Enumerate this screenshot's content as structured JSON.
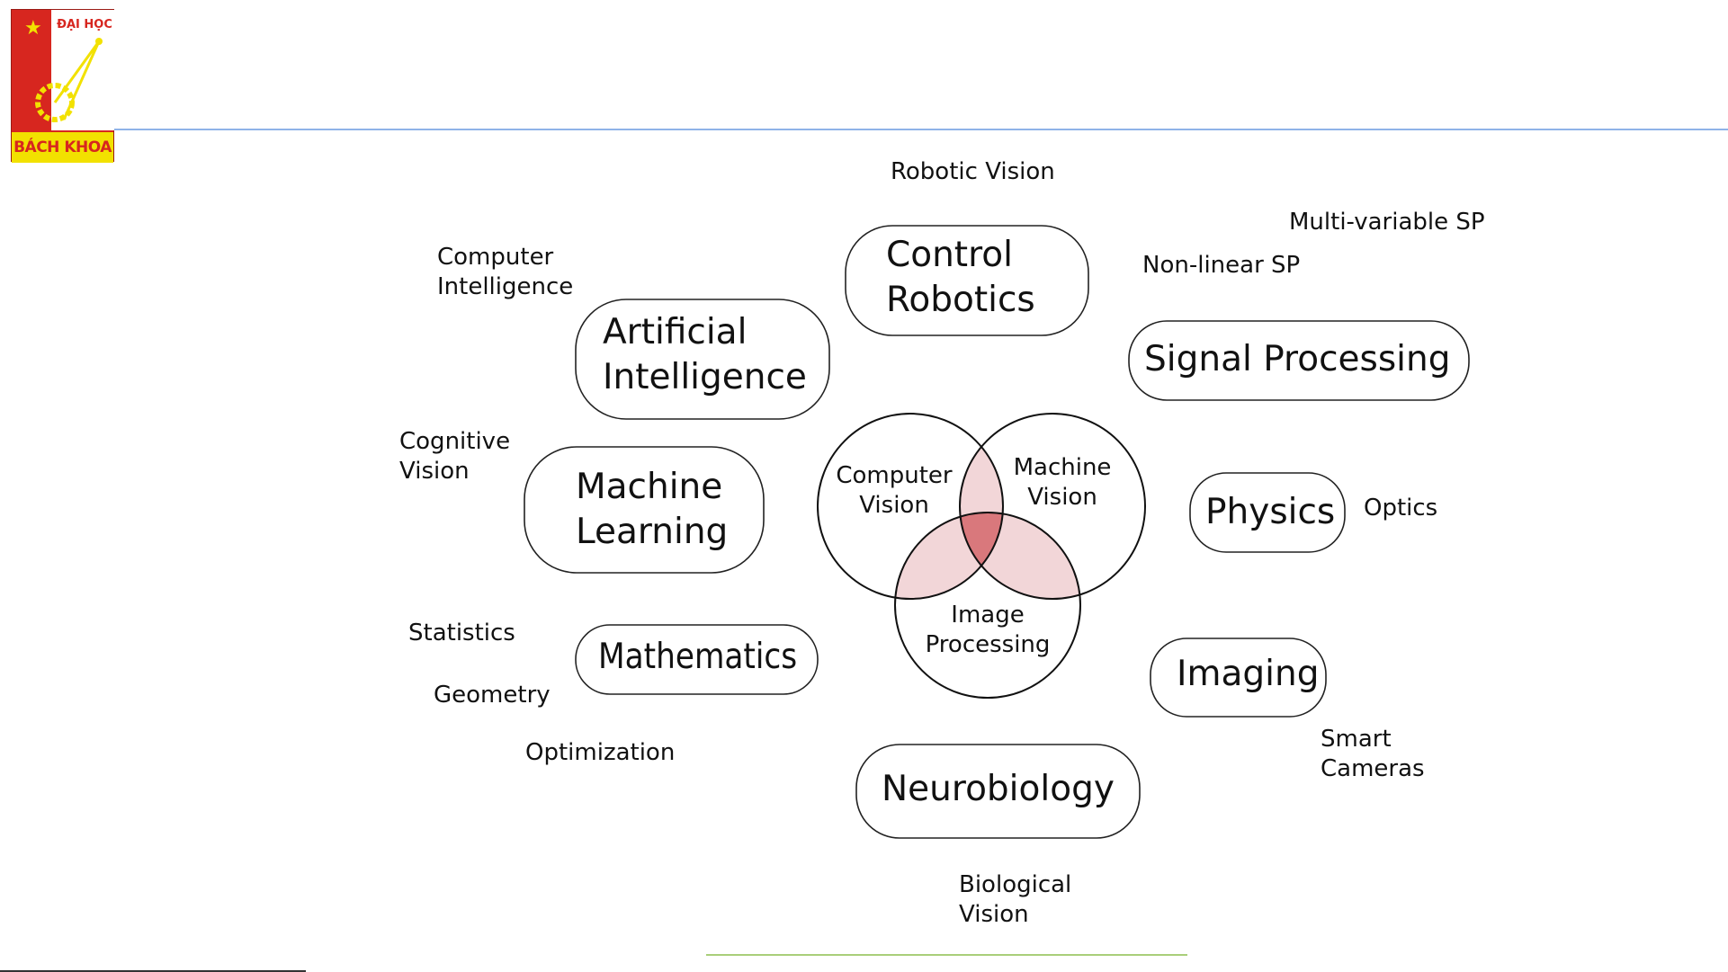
{
  "logo": {
    "top_text": "ĐẠI HỌC",
    "bottom_text": "BÁCH KHOA"
  },
  "colors": {
    "header_rule": "#8fb3e8",
    "footer_rule": "#a9cf7a",
    "venn_overlap": "#f2d6d8",
    "venn_center": "#d9787c",
    "logo_red": "#d7261f",
    "logo_yellow": "#f2e100"
  },
  "venn": {
    "computer_vision": [
      "Computer",
      "Vision"
    ],
    "machine_vision": [
      "Machine",
      "Vision"
    ],
    "image_processing": [
      "Image",
      "Processing"
    ]
  },
  "fields": {
    "control_robotics": [
      "Control",
      "Robotics"
    ],
    "artificial_intelligence": [
      "Artificial",
      "Intelligence"
    ],
    "machine_learning": [
      "Machine",
      "Learning"
    ],
    "mathematics": "Mathematics",
    "signal_processing": "Signal Processing",
    "physics": "Physics",
    "imaging": "Imaging",
    "neurobiology": "Neurobiology"
  },
  "subtopics": {
    "robotic_vision": "Robotic Vision",
    "multi_variable_sp": "Multi-variable SP",
    "non_linear_sp": "Non-linear SP",
    "computer_intelligence": [
      "Computer",
      "Intelligence"
    ],
    "cognitive_vision": [
      "Cognitive",
      "Vision"
    ],
    "statistics": "Statistics",
    "geometry": "Geometry",
    "optimization": "Optimization",
    "optics": "Optics",
    "smart_cameras": [
      "Smart",
      "Cameras"
    ],
    "biological_vision": [
      "Biological",
      "Vision"
    ]
  }
}
